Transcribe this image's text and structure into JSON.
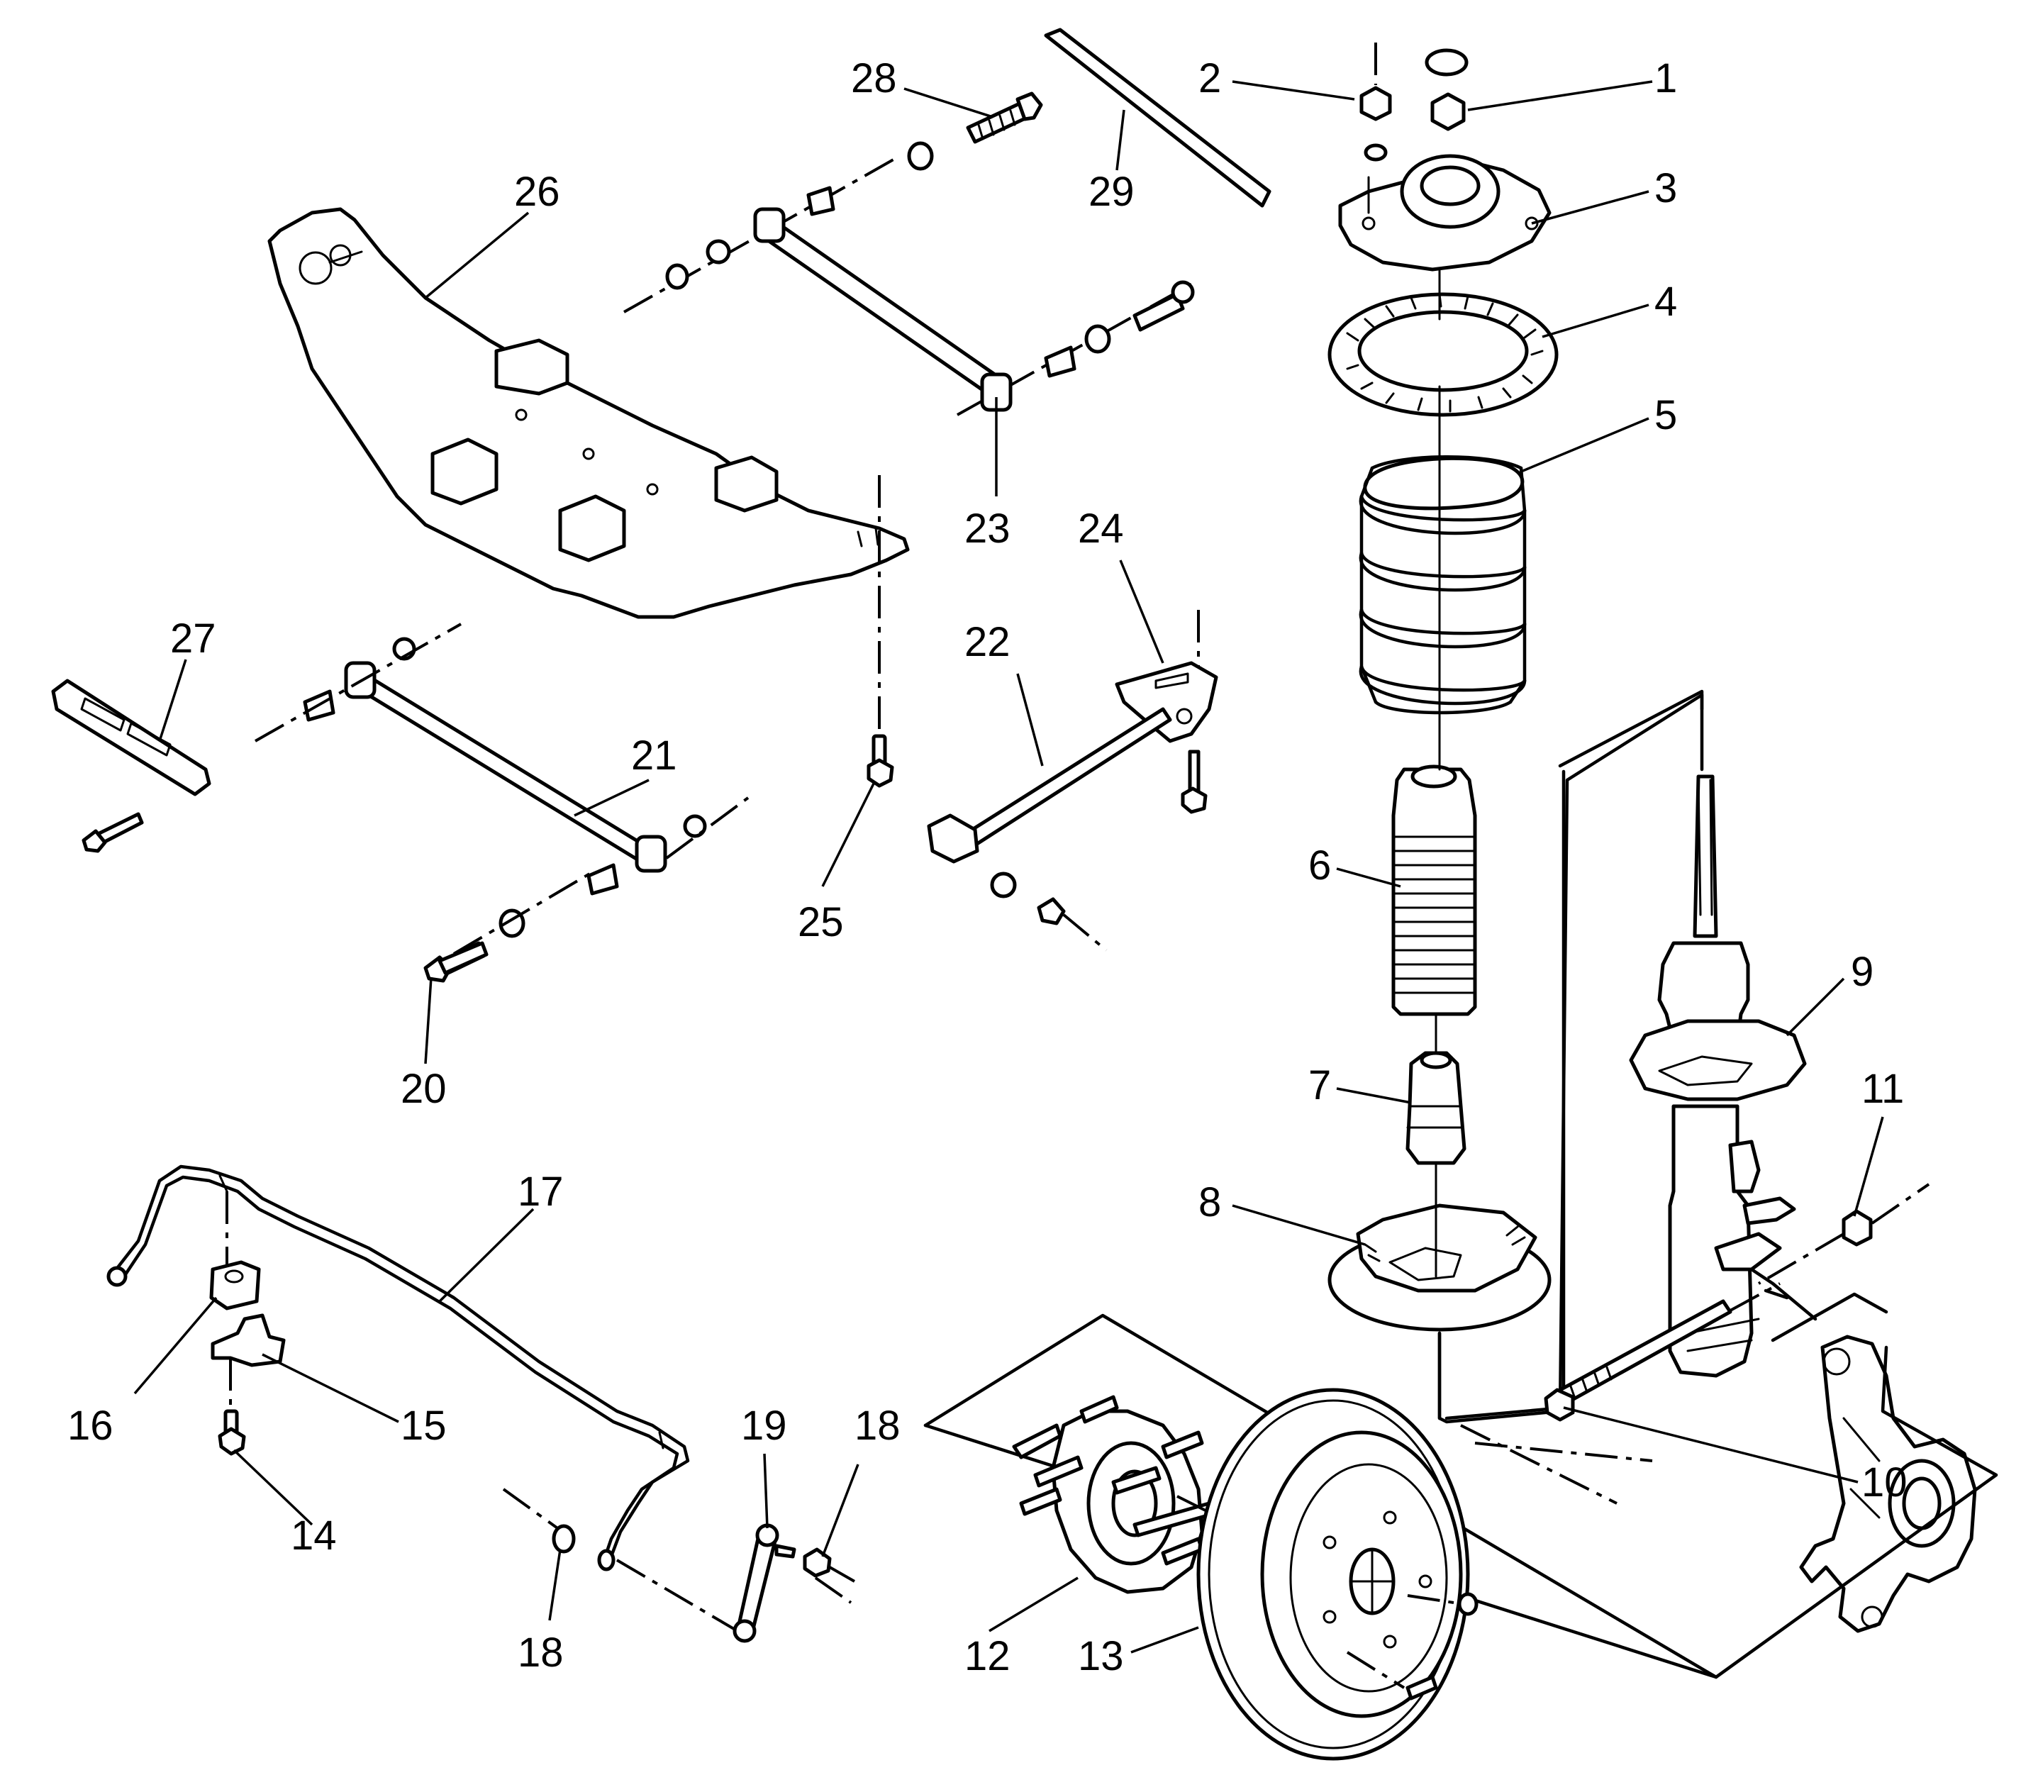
{
  "callouts": [
    {
      "id": "1",
      "label": "1"
    },
    {
      "id": "2",
      "label": "2"
    },
    {
      "id": "3",
      "label": "3"
    },
    {
      "id": "4",
      "label": "4"
    },
    {
      "id": "5",
      "label": "5"
    },
    {
      "id": "6",
      "label": "6"
    },
    {
      "id": "7",
      "label": "7"
    },
    {
      "id": "8",
      "label": "8"
    },
    {
      "id": "9",
      "label": "9"
    },
    {
      "id": "10",
      "label": "10"
    },
    {
      "id": "11",
      "label": "11"
    },
    {
      "id": "12",
      "label": "12"
    },
    {
      "id": "13",
      "label": "13"
    },
    {
      "id": "14",
      "label": "14"
    },
    {
      "id": "15",
      "label": "15"
    },
    {
      "id": "16",
      "label": "16"
    },
    {
      "id": "17",
      "label": "17"
    },
    {
      "id": "18a",
      "label": "18"
    },
    {
      "id": "18b",
      "label": "18"
    },
    {
      "id": "19",
      "label": "19"
    },
    {
      "id": "20",
      "label": "20"
    },
    {
      "id": "21",
      "label": "21"
    },
    {
      "id": "22",
      "label": "22"
    },
    {
      "id": "23",
      "label": "23"
    },
    {
      "id": "24",
      "label": "24"
    },
    {
      "id": "25",
      "label": "25"
    },
    {
      "id": "26",
      "label": "26"
    },
    {
      "id": "27",
      "label": "27"
    },
    {
      "id": "28",
      "label": "28"
    },
    {
      "id": "29",
      "label": "29"
    }
  ]
}
